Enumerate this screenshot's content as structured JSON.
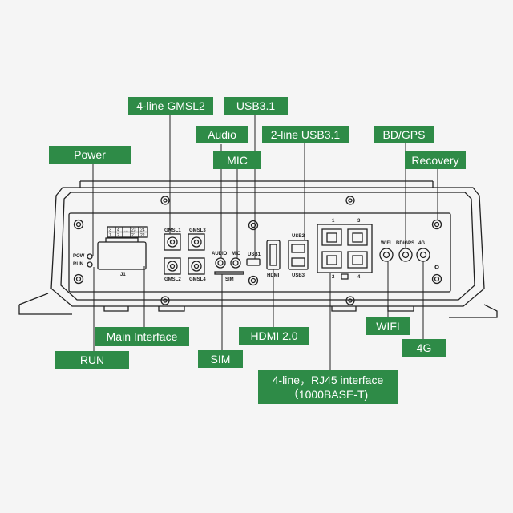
{
  "callouts": {
    "gmsl2": "4-line GMSL2",
    "usb31": "USB3.1",
    "audio": "Audio",
    "usb31_2line": "2-line USB3.1",
    "bdgps": "BD/GPS",
    "power": "Power",
    "mic": "MIC",
    "recovery": "Recovery",
    "main_interface": "Main Interface",
    "hdmi20": "HDMI 2.0",
    "wifi": "WIFI",
    "run": "RUN",
    "sim": "SIM",
    "g4": "4G",
    "rj45": "4-line，RJ45 interface\n（1000BASE-T)"
  },
  "panel": {
    "pow": "POW",
    "run": "RUN",
    "j1": "J1",
    "pin_row1": [
      "3",
      "4",
      "…",
      "23",
      "24"
    ],
    "pin_row2": [
      "1",
      "2",
      "…",
      "21",
      "22"
    ],
    "gmsl1": "GMSL1",
    "gmsl2": "GMSL2",
    "gmsl3": "GMSL3",
    "gmsl4": "GMSL4",
    "audio": "AUDIO",
    "mic": "MIC",
    "sim": "SIM",
    "usb1": "USB1",
    "hdmi": "HDMI",
    "usb2": "USB2",
    "usb3": "USB3",
    "rj_1": "1",
    "rj_2": "2",
    "rj_3": "3",
    "rj_4": "4",
    "wifi": "WIFI",
    "bdgps": "BD/GPS",
    "g4": "4G"
  },
  "colors": {
    "accent": "#2e8b47",
    "line": "#222222",
    "bg": "#f5f5f5"
  }
}
